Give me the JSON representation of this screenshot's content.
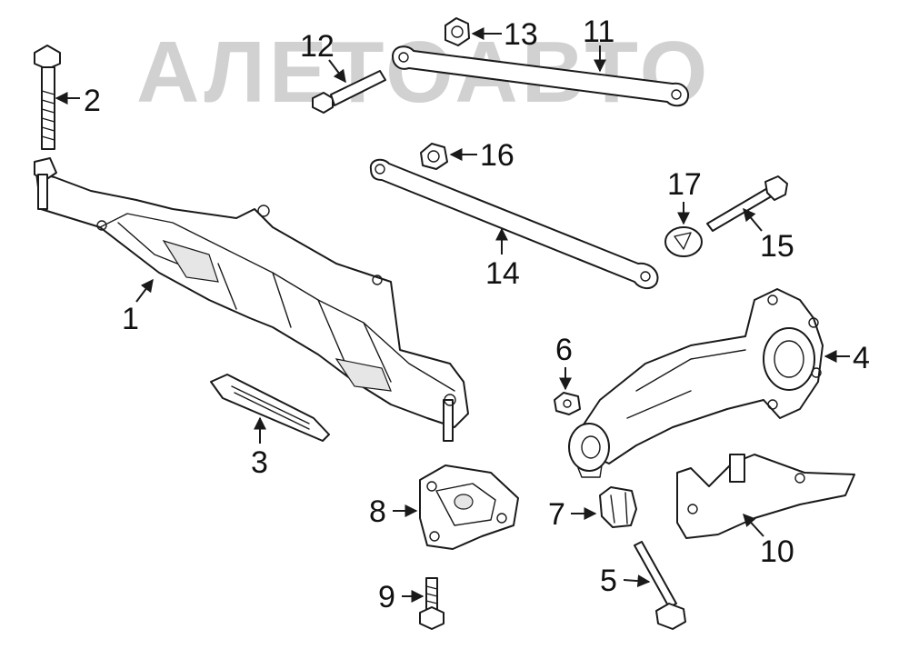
{
  "diagram": {
    "watermark": "АЛЕТОАВТО",
    "colors": {
      "line": "#1a1a1a",
      "label": "#111111",
      "watermark": "#9a9a9a",
      "background": "#ffffff"
    },
    "callouts": {
      "c1": "1",
      "c2": "2",
      "c3": "3",
      "c4": "4",
      "c5": "5",
      "c6": "6",
      "c7": "7",
      "c8": "8",
      "c9": "9",
      "c10": "10",
      "c11": "11",
      "c12": "12",
      "c13": "13",
      "c14": "14",
      "c15": "15",
      "c16": "16",
      "c17": "17"
    }
  }
}
